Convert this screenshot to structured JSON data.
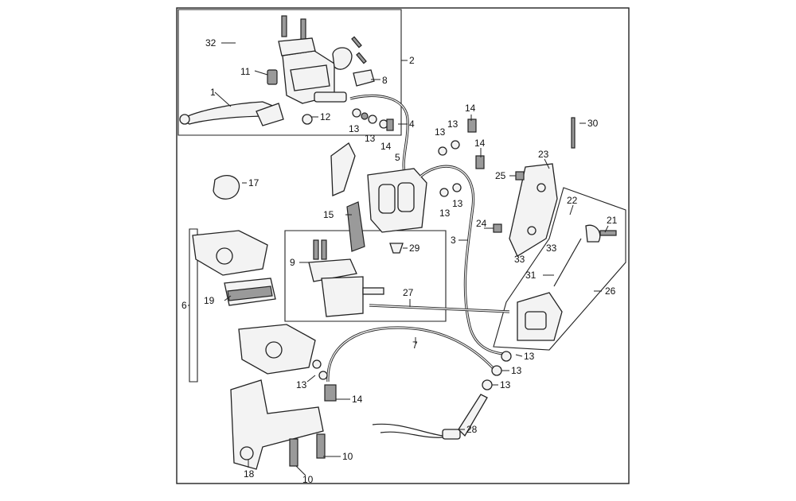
{
  "callouts": [
    {
      "id": "c1",
      "label": "1"
    },
    {
      "id": "c2",
      "label": "2"
    },
    {
      "id": "c3",
      "label": "3"
    },
    {
      "id": "c4",
      "label": "4"
    },
    {
      "id": "c5",
      "label": "5"
    },
    {
      "id": "c6",
      "label": "6"
    },
    {
      "id": "c7",
      "label": "7"
    },
    {
      "id": "c8",
      "label": "8"
    },
    {
      "id": "c9",
      "label": "9"
    },
    {
      "id": "c10a",
      "label": "10"
    },
    {
      "id": "c10b",
      "label": "10"
    },
    {
      "id": "c11",
      "label": "11"
    },
    {
      "id": "c12",
      "label": "12"
    },
    {
      "id": "c13a",
      "label": "13"
    },
    {
      "id": "c13b",
      "label": "13"
    },
    {
      "id": "c13c",
      "label": "13"
    },
    {
      "id": "c13d",
      "label": "13"
    },
    {
      "id": "c13e",
      "label": "13"
    },
    {
      "id": "c13f",
      "label": "13"
    },
    {
      "id": "c13g",
      "label": "13"
    },
    {
      "id": "c13h",
      "label": "13"
    },
    {
      "id": "c13i",
      "label": "13"
    },
    {
      "id": "c13j",
      "label": "13"
    },
    {
      "id": "c13k",
      "label": "13"
    },
    {
      "id": "c14a",
      "label": "14"
    },
    {
      "id": "c14b",
      "label": "14"
    },
    {
      "id": "c14c",
      "label": "14"
    },
    {
      "id": "c14d",
      "label": "14"
    },
    {
      "id": "c15",
      "label": "15"
    },
    {
      "id": "c17",
      "label": "17"
    },
    {
      "id": "c18",
      "label": "18"
    },
    {
      "id": "c19",
      "label": "19"
    },
    {
      "id": "c21",
      "label": "21"
    },
    {
      "id": "c22",
      "label": "22"
    },
    {
      "id": "c23",
      "label": "23"
    },
    {
      "id": "c24",
      "label": "24"
    },
    {
      "id": "c25",
      "label": "25"
    },
    {
      "id": "c26",
      "label": "26"
    },
    {
      "id": "c27",
      "label": "27"
    },
    {
      "id": "c28",
      "label": "28"
    },
    {
      "id": "c29",
      "label": "29"
    },
    {
      "id": "c30",
      "label": "30"
    },
    {
      "id": "c31",
      "label": "31"
    },
    {
      "id": "c32",
      "label": "32"
    },
    {
      "id": "c33a",
      "label": "33"
    },
    {
      "id": "c33b",
      "label": "33"
    }
  ]
}
